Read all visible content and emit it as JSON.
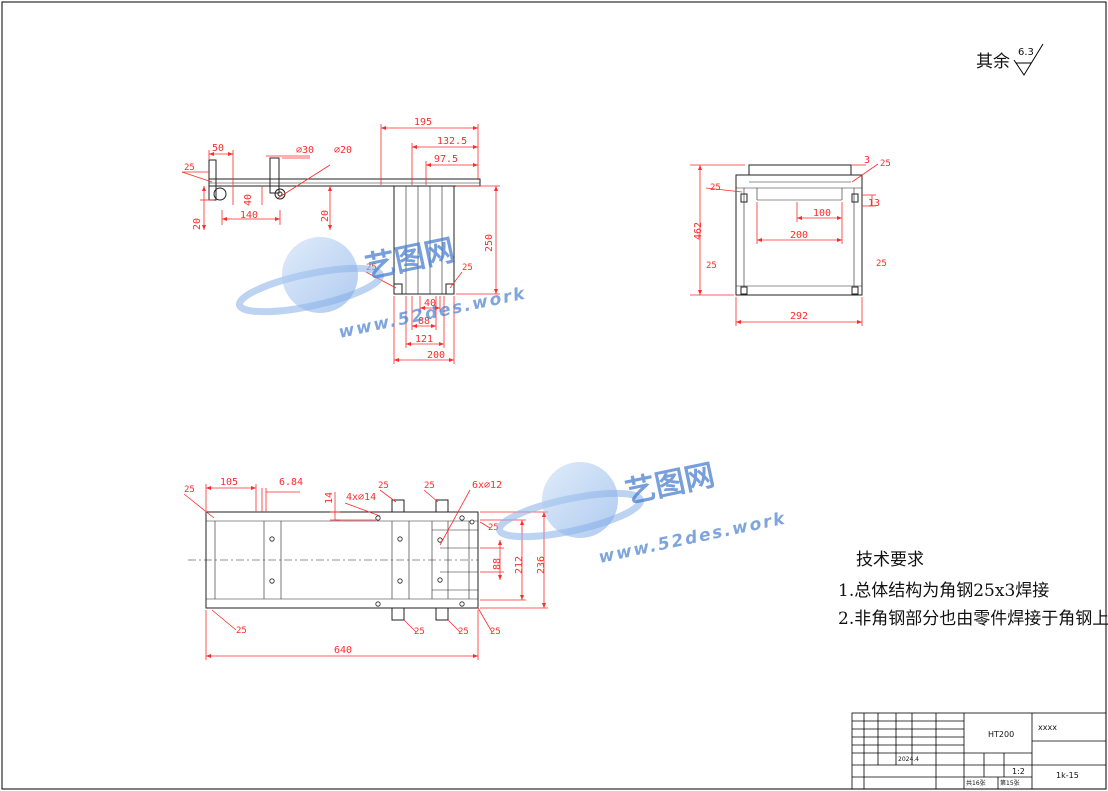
{
  "surface_finish": {
    "label": "其余",
    "value": "6.3"
  },
  "front_view_dims": {
    "d195": "195",
    "d132": "132.5",
    "d97": "97.5",
    "d50": "50",
    "dphi30": "⌀30",
    "dphi20": "⌀20",
    "d140": "140",
    "d40": "40",
    "d20a": "20",
    "d20b": "20",
    "d250": "250",
    "d40b": "40",
    "d88": "88",
    "d121": "121",
    "d200": "200",
    "l25a": "25",
    "l25b": "25",
    "l25c": "25"
  },
  "side_view_dims": {
    "d462": "462",
    "d292": "292",
    "d200": "200",
    "d100": "100",
    "d3": "3",
    "d13": "13",
    "l25a": "25",
    "l25b": "25",
    "l25c": "25",
    "l25d": "25"
  },
  "top_view_dims": {
    "d105": "105",
    "d684": "6.84",
    "d14": "14",
    "holes1": "4x⌀14",
    "holes2": "6x⌀12",
    "d640": "640",
    "d236": "236",
    "d212": "212",
    "d88": "88",
    "l25a": "25",
    "l25b": "25",
    "l25c": "25",
    "l25d": "25",
    "l25e": "25",
    "l25f": "25",
    "l25g": "25",
    "l25h": "25"
  },
  "tech_requirements": {
    "title": "技术要求",
    "items": [
      "1.总体结构为角钢25x3焊接",
      "2.非角钢部分也由零件焊接于角钢上"
    ]
  },
  "title_block": {
    "material": "HT200",
    "name": "xxxx",
    "date": "2024.4",
    "scale": "1:2",
    "drawing_no": "1k-15",
    "sheets_total": "共16张",
    "sheet_no": "第15张"
  },
  "watermarks": [
    {
      "brand": "艺图网",
      "url": "www.52des.work"
    },
    {
      "brand": "艺图网",
      "url": "www.52des.work"
    }
  ]
}
